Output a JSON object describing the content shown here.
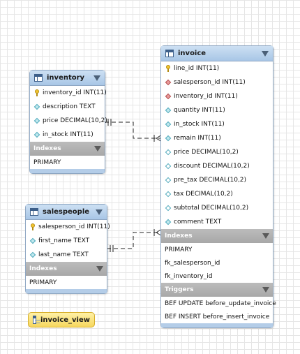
{
  "tables": {
    "inventory": {
      "title": "inventory",
      "columns": [
        {
          "text": "inventory_id INT(11)",
          "kind": "pk"
        },
        {
          "text": "description TEXT",
          "kind": "col"
        },
        {
          "text": "price DECIMAL(10,2)",
          "kind": "col"
        },
        {
          "text": "in_stock INT(11)",
          "kind": "col"
        }
      ],
      "indexes_label": "Indexes",
      "indexes": [
        "PRIMARY"
      ]
    },
    "salespeople": {
      "title": "salespeople",
      "columns": [
        {
          "text": "salesperson_id INT(11)",
          "kind": "pk"
        },
        {
          "text": "first_name TEXT",
          "kind": "col"
        },
        {
          "text": "last_name TEXT",
          "kind": "col"
        }
      ],
      "indexes_label": "Indexes",
      "indexes": [
        "PRIMARY"
      ]
    },
    "invoice": {
      "title": "invoice",
      "columns": [
        {
          "text": "line_id INT(11)",
          "kind": "pk"
        },
        {
          "text": "salesperson_id INT(11)",
          "kind": "fk"
        },
        {
          "text": "inventory_id INT(11)",
          "kind": "fk"
        },
        {
          "text": "quantity INT(11)",
          "kind": "col"
        },
        {
          "text": "in_stock INT(11)",
          "kind": "col"
        },
        {
          "text": "remain INT(11)",
          "kind": "col"
        },
        {
          "text": "price DECIMAL(10,2)",
          "kind": "col-open"
        },
        {
          "text": "discount DECIMAL(10,2)",
          "kind": "col-open"
        },
        {
          "text": "pre_tax DECIMAL(10,2)",
          "kind": "col-open"
        },
        {
          "text": "tax DECIMAL(10,2)",
          "kind": "col-open"
        },
        {
          "text": "subtotal DECIMAL(10,2)",
          "kind": "col-open"
        },
        {
          "text": "comment TEXT",
          "kind": "col"
        }
      ],
      "indexes_label": "Indexes",
      "indexes": [
        "PRIMARY",
        "fk_salesperson_id",
        "fk_inventory_id"
      ],
      "triggers_label": "Triggers",
      "triggers": [
        "BEF UPDATE before_update_invoice",
        "BEF INSERT before_insert_invoice"
      ]
    }
  },
  "view": {
    "title": "invoice_view"
  },
  "colors": {
    "header": "#a8c6e6",
    "section": "#b0b0b0",
    "view": "#f6d75e",
    "line": "#222222"
  }
}
